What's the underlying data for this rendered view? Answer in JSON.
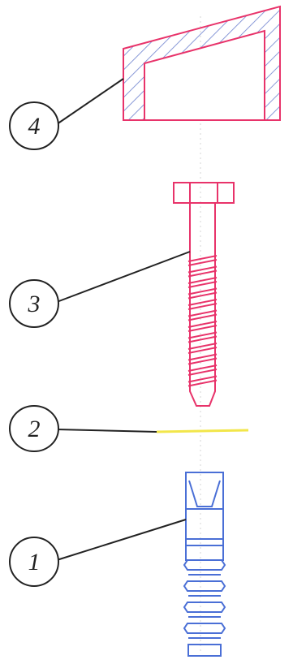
{
  "callouts": [
    {
      "label": "4",
      "part": "base-block"
    },
    {
      "label": "3",
      "part": "lag-screw"
    },
    {
      "label": "2",
      "part": "washer-line"
    },
    {
      "label": "1",
      "part": "anchor-plug"
    }
  ],
  "colors": {
    "block": "#e8336a",
    "hatch": "#8a9ad8",
    "screw": "#e8336a",
    "washer": "#f2e64a",
    "anchor": "#4a6fd6",
    "leader": "#222222",
    "centerline": "#c8c8c8"
  },
  "icons": {
    "block": "hatched-wedge-block",
    "screw": "hex-head-lag-screw",
    "washer": "thin-spacer",
    "anchor": "ribbed-wall-plug"
  }
}
